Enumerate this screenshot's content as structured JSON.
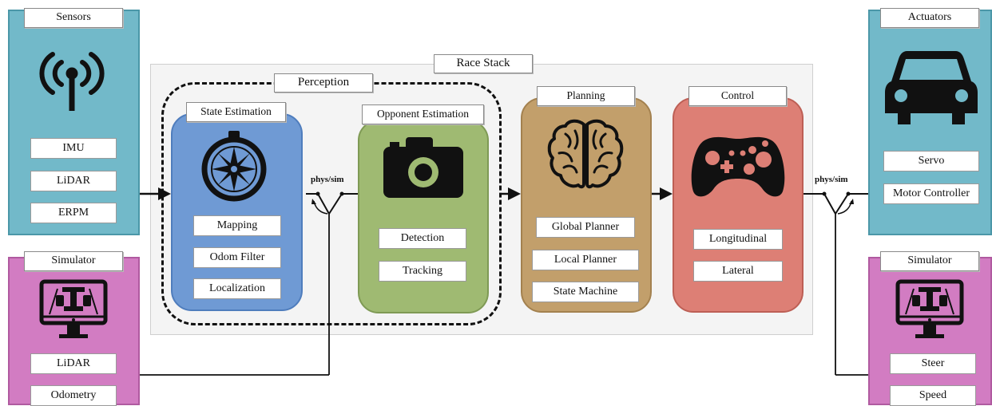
{
  "race_stack": {
    "title": "Race Stack"
  },
  "perception": {
    "title": "Perception"
  },
  "sensors": {
    "title": "Sensors",
    "icon": "wireless-antenna-icon",
    "items": [
      "IMU",
      "LiDAR",
      "ERPM"
    ]
  },
  "simulator_left": {
    "title": "Simulator",
    "icon": "race-car-monitor-icon",
    "items": [
      "LiDAR",
      "Odometry"
    ]
  },
  "state_estimation": {
    "title": "State Estimation",
    "icon": "compass-icon",
    "items": [
      "Mapping",
      "Odom Filter",
      "Localization"
    ]
  },
  "opponent_estimation": {
    "title": "Opponent Estimation",
    "icon": "camera-icon",
    "items": [
      "Detection",
      "Tracking"
    ]
  },
  "planning": {
    "title": "Planning",
    "icon": "brain-icon",
    "items": [
      "Global Planner",
      "Local Planner",
      "State Machine"
    ]
  },
  "control": {
    "title": "Control",
    "icon": "gamepad-icon",
    "items": [
      "Longitudinal",
      "Lateral"
    ]
  },
  "actuators": {
    "title": "Actuators",
    "icon": "car-icon",
    "items": [
      "Servo",
      "Motor Controller"
    ]
  },
  "simulator_right": {
    "title": "Simulator",
    "icon": "race-car-monitor-icon",
    "items": [
      "Steer",
      "Speed"
    ]
  },
  "switches": {
    "left_label": "phys/sim",
    "right_label": "phys/sim"
  },
  "colors": {
    "teal_panel": "#72b9c9",
    "magenta_panel": "#d27cc2",
    "state_estimation": "#6f9ad4",
    "opponent_estimation": "#9fba72",
    "planning": "#c29f6b",
    "control": "#dd7f75",
    "race_stack_bg": "#f4f4f4"
  }
}
